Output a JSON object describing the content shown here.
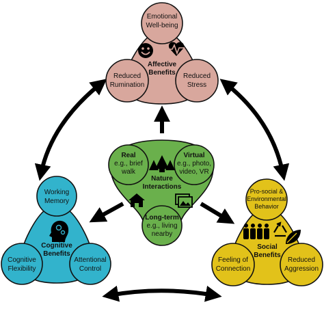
{
  "colors": {
    "affective": "#d8a79d",
    "nature": "#6ab04c",
    "cognitive": "#32b3cc",
    "social": "#e2c21a",
    "stroke": "#111111",
    "arrow": "#000000"
  },
  "affective": {
    "title_line1": "Affective",
    "title_line2": "Benefits",
    "top_line1": "Emotional",
    "top_line2": "Well-being",
    "left_line1": "Reduced",
    "left_line2": "Rumination",
    "right_line1": "Reduced",
    "right_line2": "Stress",
    "icons": [
      "smiley-icon",
      "heartbeat-icon"
    ]
  },
  "nature": {
    "title_line1": "Nature",
    "title_line2": "Interactions",
    "left_title": "Real",
    "left_line1": "e.g., brief",
    "left_line2": "walk",
    "right_title": "Virtual",
    "right_line1": "e.g., photo,",
    "right_line2": "video, VR",
    "bottom_title": "Long-term",
    "bottom_line1": "e.g., living",
    "bottom_line2": "nearby",
    "icons": [
      "trees-icon",
      "house-icon",
      "photo-icon"
    ]
  },
  "cognitive": {
    "title_line1": "Cognitive",
    "title_line2": "Benefits",
    "top_line1": "Working",
    "top_line2": "Memory",
    "left_line1": "Cognitive",
    "left_line2": "Flexibility",
    "right_line1": "Attentional",
    "right_line2": "Control",
    "icons": [
      "brain-head-icon"
    ]
  },
  "social": {
    "title_line1": "Social",
    "title_line2": "Benefits",
    "top_line1": "Pro-social &",
    "top_line2": "Environmental",
    "top_line3": "Behavior",
    "left_line1": "Feeling of",
    "left_line2": "Connection",
    "right_line1": "Reduced",
    "right_line2": "Aggression",
    "icons": [
      "people-icon",
      "recycle-icon",
      "leaf-icon"
    ]
  }
}
